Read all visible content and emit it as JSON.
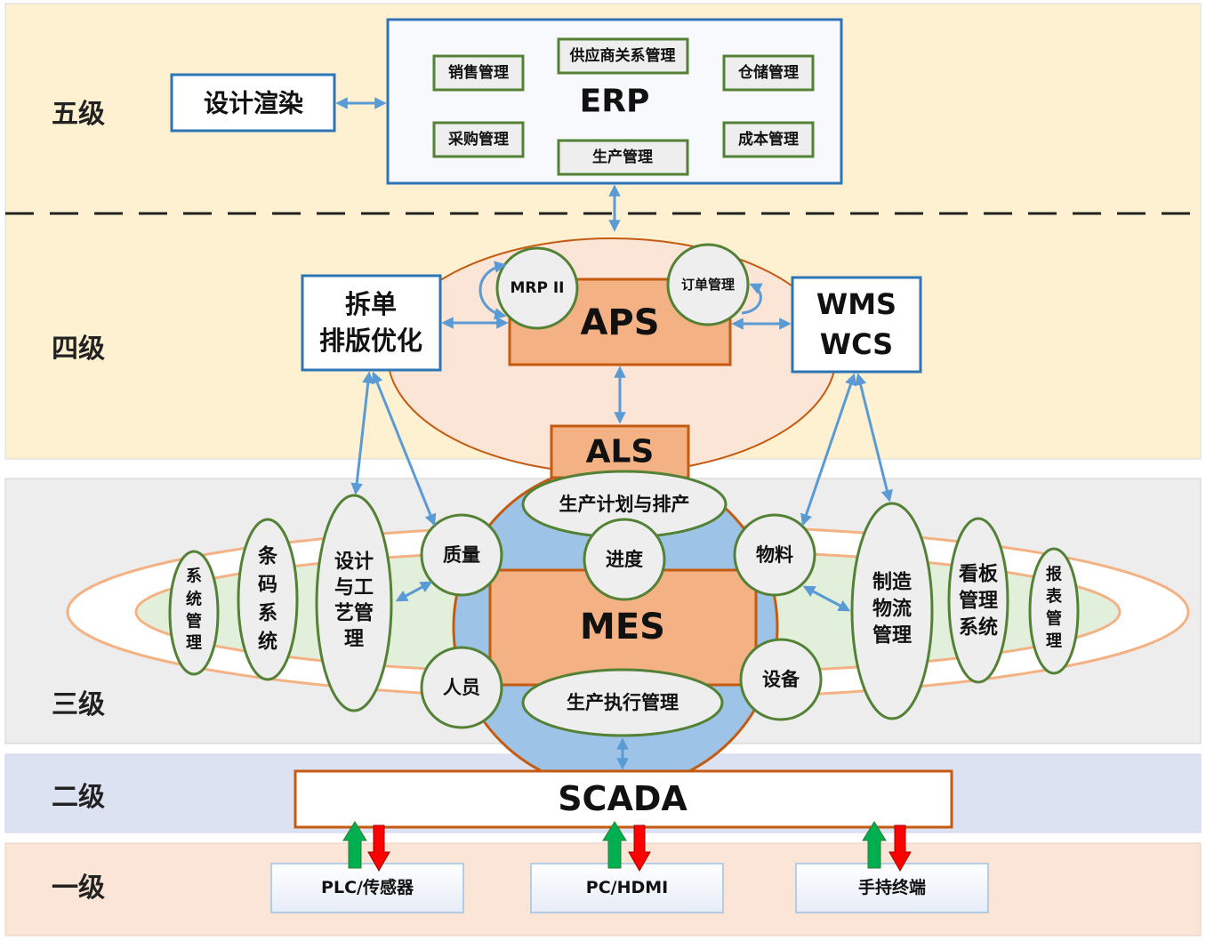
{
  "levels": {
    "l5": "五级",
    "l4": "四级",
    "l3": "三级",
    "l2": "二级",
    "l1": "一级"
  },
  "level5": {
    "design_render": "设计渲染",
    "erp": {
      "title": "ERP",
      "modules": {
        "supplier": "供应商关系管理",
        "sales": "销售管理",
        "warehouse": "仓储管理",
        "purchase": "采购管理",
        "production": "生产管理",
        "cost": "成本管理"
      }
    }
  },
  "level4": {
    "split": {
      "line1": "拆单",
      "line2": "排版优化"
    },
    "aps": "APS",
    "mrp": "MRP II",
    "order": "订单管理",
    "wms": {
      "line1": "WMS",
      "line2": "WCS"
    },
    "als": "ALS"
  },
  "level3": {
    "mes": "MES",
    "plan": "生产计划与排产",
    "progress": "进度",
    "exec": "生产执行管理",
    "quality": "质量",
    "personnel": "人员",
    "material": "物料",
    "equipment": "设备",
    "sysmgmt": [
      "系",
      "统",
      "管",
      "理"
    ],
    "barcode": [
      "条",
      "码",
      "系",
      "统"
    ],
    "design_process": [
      "设计",
      "与工",
      "艺管",
      "理"
    ],
    "mfg_logistics": [
      "制造",
      "物流",
      "管理"
    ],
    "kanban": [
      "看板",
      "管理",
      "系统"
    ],
    "report": [
      "报",
      "表",
      "管",
      "理"
    ]
  },
  "level2": {
    "scada": "SCADA"
  },
  "level1": {
    "plc": "PLC/传感器",
    "pc": "PC/HDMI",
    "handheld": "手持终端"
  },
  "colors": {
    "band5": "#fdf1d2",
    "band4": "#fdf1d2",
    "band3": "#ededed",
    "band2": "#dde2f2",
    "band1": "#fbe5d6",
    "blue_border": "#2e75b6",
    "green_border": "#538135",
    "orange_border": "#c55a11",
    "orange_fill": "#f4b183",
    "arrow_blue": "#5b9bd5",
    "arrow_up": "#00b050",
    "arrow_down": "#ff0000"
  }
}
